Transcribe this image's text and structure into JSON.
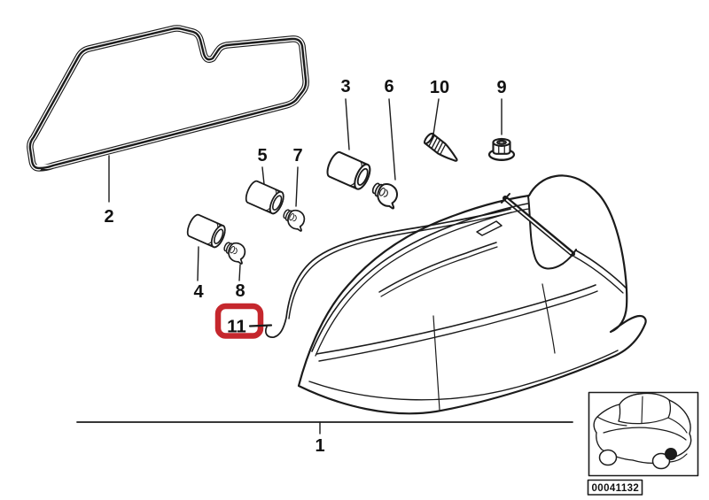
{
  "colors": {
    "line": "#1b1b1b",
    "highlight_red": "#c5272d",
    "background": "#ffffff"
  },
  "diagram": {
    "part_labels": {
      "p1": "1",
      "p2": "2",
      "p3": "3",
      "p4": "4",
      "p5": "5",
      "p6": "6",
      "p7": "7",
      "p8": "8",
      "p9": "9",
      "p10": "10",
      "p11": "11"
    },
    "highlighted_part": "11",
    "image_code": "00041132"
  }
}
